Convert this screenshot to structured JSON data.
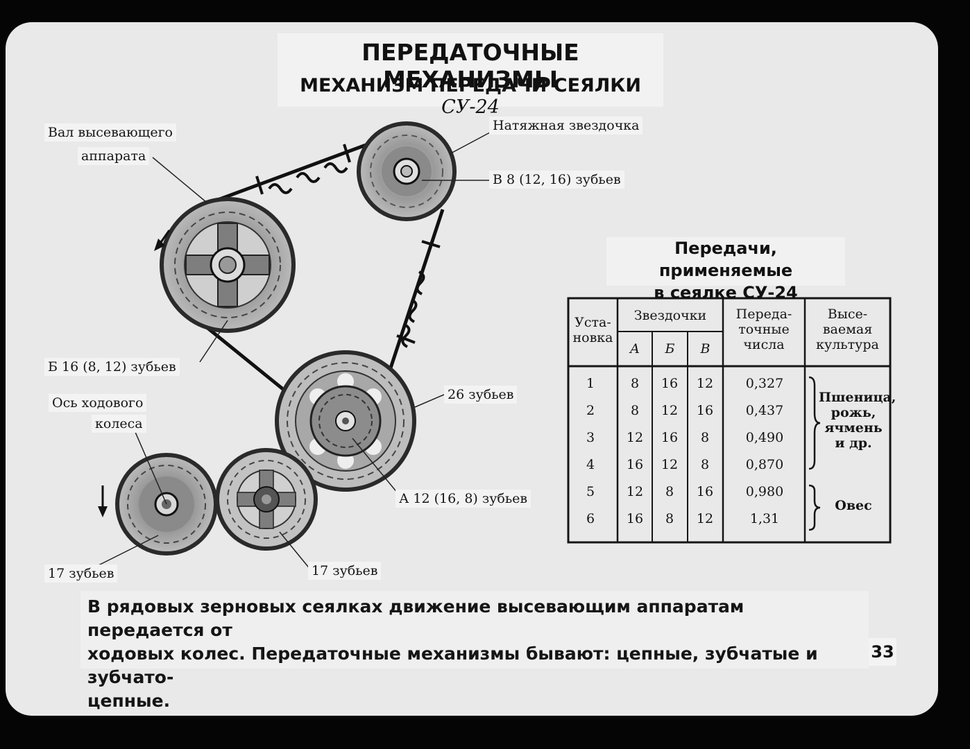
{
  "title": "ПЕРЕДАТОЧНЫЕ МЕХАНИЗМЫ",
  "subtitle": "МЕХАНИЗМ ПЕРЕДАЧИ СЕЯЛКИ",
  "subtitle_model": "СУ-24",
  "labels": {
    "shaft_line1": "Вал высевающего",
    "shaft_line2": "аппарата",
    "tension_sprocket": "Натяжная звездочка",
    "sprocket_v": "В 8 (12, 16) зубьев",
    "sprocket_b": "Б 16 (8, 12) зубьев",
    "axle_line1": "Ось ходового",
    "axle_line2": "колеса",
    "gear_26": "26 зубьев",
    "sprocket_a": "А 12 (16, 8) зубьев",
    "gear_17_left": "17 зубьев",
    "gear_17_right": "17 зубьев"
  },
  "table": {
    "title_line1": "Передачи, применяемые",
    "title_line2": "в сеялке СУ-24",
    "headers": {
      "setup_line1": "Уста-",
      "setup_line2": "новка",
      "sprockets": "Звездочки",
      "a": "А",
      "b": "Б",
      "v": "В",
      "ratio_line1": "Переда-",
      "ratio_line2": "точные",
      "ratio_line3": "числа",
      "crop_line1": "Высе-",
      "crop_line2": "ваемая",
      "crop_line3": "культура"
    },
    "rows": [
      {
        "n": "1",
        "a": "8",
        "b": "16",
        "v": "12",
        "ratio": "0,327"
      },
      {
        "n": "2",
        "a": "8",
        "b": "12",
        "v": "16",
        "ratio": "0,437"
      },
      {
        "n": "3",
        "a": "12",
        "b": "16",
        "v": "8",
        "ratio": "0,490"
      },
      {
        "n": "4",
        "a": "16",
        "b": "12",
        "v": "8",
        "ratio": "0,870"
      },
      {
        "n": "5",
        "a": "12",
        "b": "8",
        "v": "16",
        "ratio": "0,980"
      },
      {
        "n": "6",
        "a": "16",
        "b": "8",
        "v": "12",
        "ratio": "1,31"
      }
    ],
    "crop_group1_line1": "Пшеница,",
    "crop_group1_line2": "рожь,",
    "crop_group1_line3": "ячмень",
    "crop_group1_line4": "и др.",
    "crop_group2": "Овес"
  },
  "body_line1": "В рядовых зерновых сеялках движение высевающим аппаратам передается от",
  "body_line2": "ходовых колес. Передаточные механизмы бывают: цепные, зубчатые и зубчато-",
  "body_line3": "цепные.",
  "page_number": "33"
}
